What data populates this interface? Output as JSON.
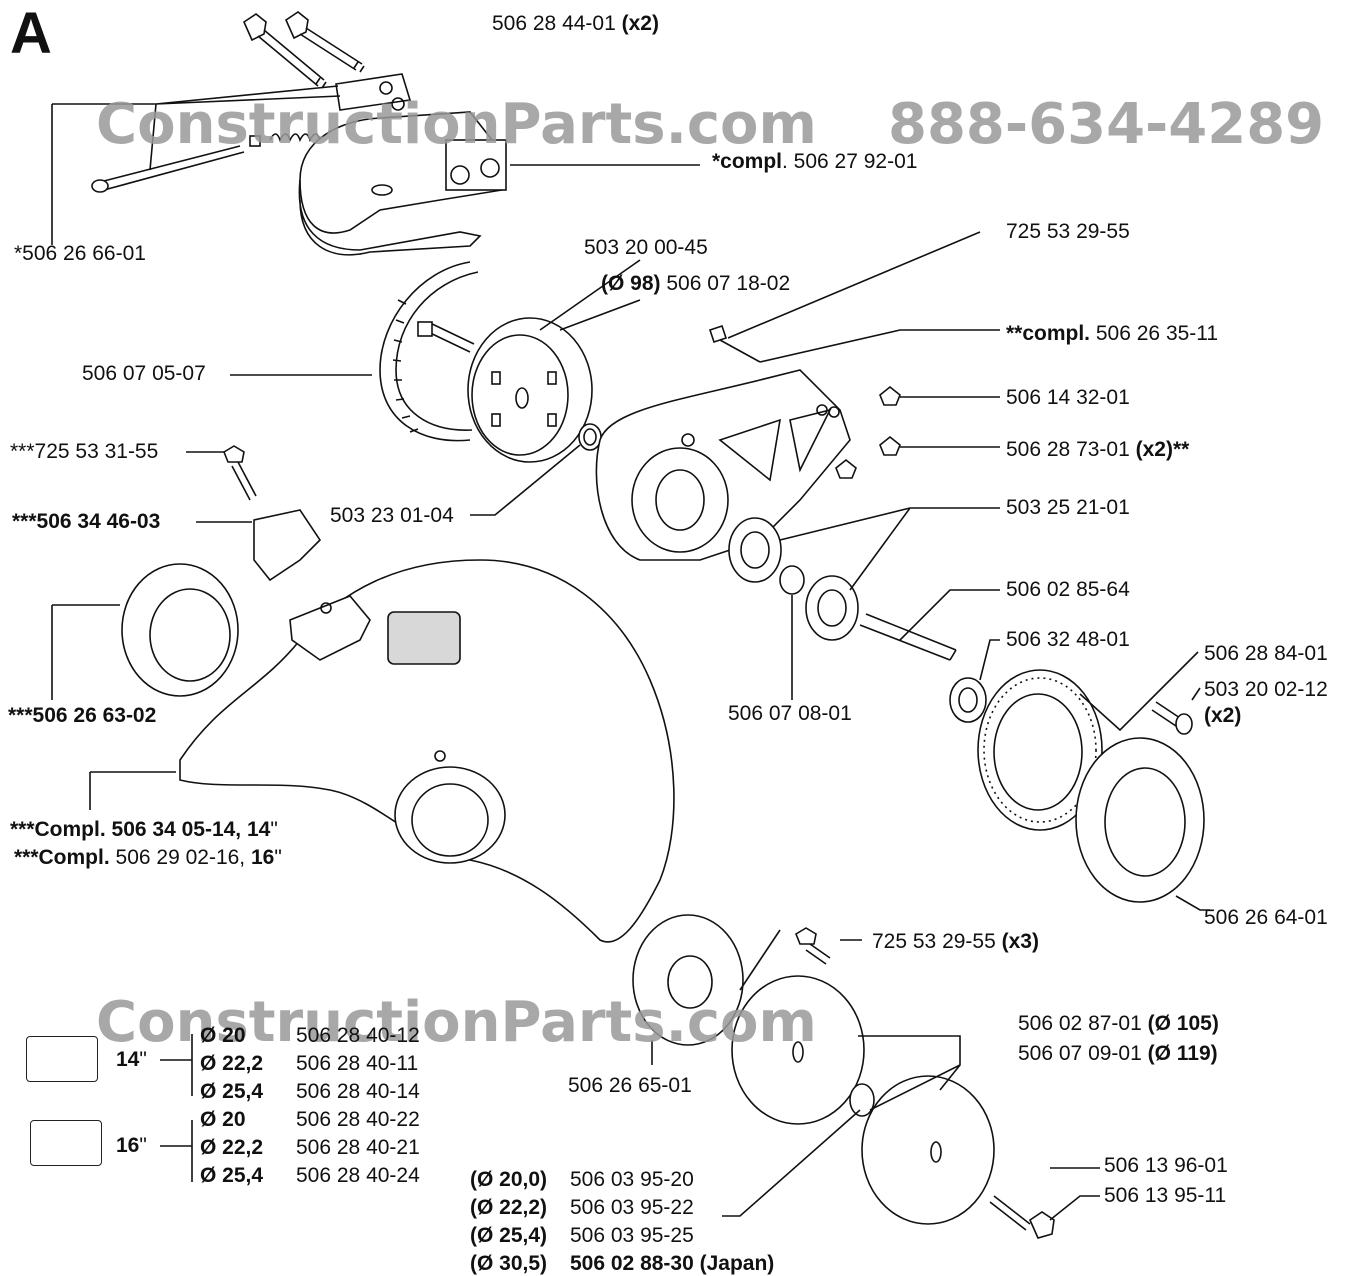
{
  "section_letter": "A",
  "watermarks": {
    "site_top": "ConstructionParts.com",
    "phone": "888-634-4289",
    "site_bottom": "ConstructionParts.com"
  },
  "labels": {
    "bolt_top": {
      "part": "506 28 44-01",
      "qty": "(x2)"
    },
    "compl_cover": {
      "prefix": "*compl",
      "part": ". 506 27 92-01"
    },
    "screw_left": "*506 26 66-01",
    "bolt_pulley": "503 20 00-45",
    "pulley": {
      "dia": "(Ø 98)",
      "part": "506 07 18-02"
    },
    "belt": "506 07 05-07",
    "screw_arm": "725 53 29-55",
    "arm_compl": {
      "prefix": "**compl.",
      "part": "506 26 35-11"
    },
    "nut_arm": "506 14 32-01",
    "nut_arm2": {
      "part": "506 28 73-01",
      "qty": "(x2)**"
    },
    "screw_guard": "***725 53 31-55",
    "clamp_guard": "***506 34 46-03",
    "washer_ring": "503 23 01-04",
    "bearing": "503 25 21-01",
    "ring_guard": "***506 26 63-02",
    "shaft": "506 02 85-64",
    "spacer": "506 32 48-01",
    "sleeve": "506 07 08-01",
    "ring_large": "506 28 84-01",
    "screw_ring": {
      "part": "503 20 02-12",
      "qty": "(x2)"
    },
    "guard_compl_14": {
      "prefix": "***Compl.",
      "part": "506 34 05-14, 14",
      "suffix": "\""
    },
    "guard_compl_16": {
      "prefix": "***Compl.",
      "part": "506 29 02-16,",
      "size": "16",
      "suffix": "\""
    },
    "ring_right": "506 26 64-01",
    "screw_flange": {
      "part": "725 53 29-55",
      "qty": "(x3)"
    },
    "flange": "506 26 65-01",
    "washer_disc_a": {
      "part": "506 02 87-01",
      "dia": "(Ø 105)"
    },
    "washer_disc_b": {
      "part": "506 07 09-01",
      "dia": "(Ø 119)"
    },
    "bolt_end": "506 13 96-01",
    "bolt_end2": "506 13 95-11"
  },
  "blade_table": {
    "groups": [
      {
        "size": "14",
        "unit": "\"",
        "rows": [
          {
            "dia": "Ø 20",
            "part": "506 28 40-12"
          },
          {
            "dia": "Ø 22,2",
            "part": "506 28 40-11"
          },
          {
            "dia": "Ø 25,4",
            "part": "506 28 40-14"
          }
        ]
      },
      {
        "size": "16",
        "unit": "\"",
        "rows": [
          {
            "dia": "Ø 20",
            "part": "506 28 40-22"
          },
          {
            "dia": "Ø 22,2",
            "part": "506 28 40-21"
          },
          {
            "dia": "Ø 25,4",
            "part": "506 28 40-24"
          }
        ]
      }
    ]
  },
  "bushing_table": [
    {
      "dia": "(Ø 20,0)",
      "part": "506 03 95-20"
    },
    {
      "dia": "(Ø 22,2)",
      "part": "506 03 95-22"
    },
    {
      "dia": "(Ø 25,4)",
      "part": "506 03 95-25"
    },
    {
      "dia": "(Ø 30,5)",
      "part": "506 02 88-30 (Japan)"
    }
  ]
}
